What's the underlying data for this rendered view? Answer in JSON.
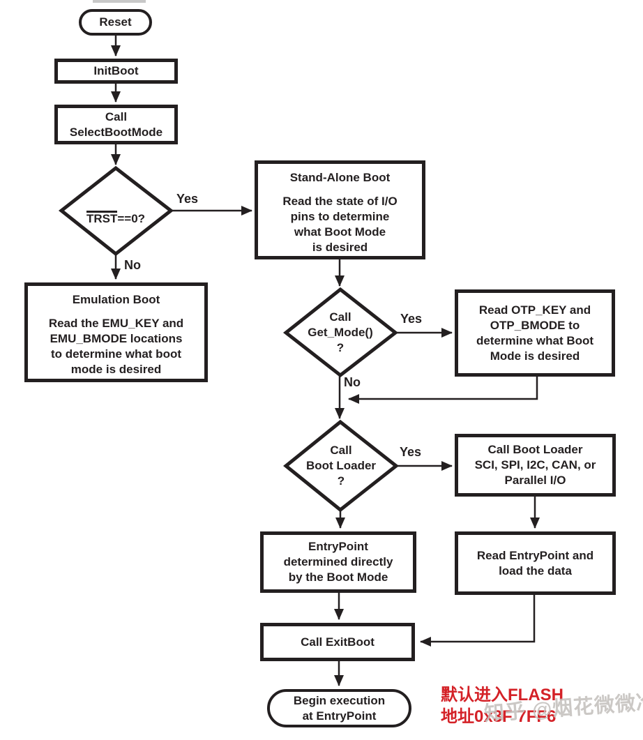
{
  "colors": {
    "ink": "#231f20",
    "annotation_red": "#d42127",
    "watermark_gray": "#c4c0bd",
    "background": "#ffffff"
  },
  "flowchart": {
    "nodes": {
      "reset": {
        "label": "Reset"
      },
      "init_boot": {
        "label": "InitBoot"
      },
      "select_boot_mode": {
        "label": "Call\nSelectBootMode"
      },
      "trst_decision": {
        "signal": "TRST",
        "condition": "==0?"
      },
      "stand_alone_boot": {
        "title": "Stand-Alone Boot",
        "body": "Read the state of I/O\npins to determine\nwhat Boot Mode\nis desired"
      },
      "emulation_boot": {
        "title": "Emulation Boot",
        "body": "Read the EMU_KEY and\nEMU_BMODE locations\nto determine what boot\nmode is desired"
      },
      "get_mode_decision": {
        "label": "Call\nGet_Mode()\n?"
      },
      "read_otp": {
        "label": "Read OTP_KEY and\nOTP_BMODE to\ndetermine what Boot\nMode is desired"
      },
      "boot_loader_decision": {
        "label": "Call\nBoot Loader\n?"
      },
      "call_boot_loader": {
        "label": "Call Boot Loader\nSCI, SPI, I2C, CAN, or\nParallel I/O"
      },
      "entry_point_direct": {
        "label": "EntryPoint\ndetermined directly\nby the Boot Mode"
      },
      "read_entry_point": {
        "label": "Read EntryPoint and\nload the data"
      },
      "call_exit_boot": {
        "label": "Call ExitBoot"
      },
      "begin_execution": {
        "label": "Begin execution\nat EntryPoint"
      }
    },
    "edge_labels": {
      "trst_yes": "Yes",
      "trst_no": "No",
      "get_mode_yes": "Yes",
      "get_mode_no": "No",
      "boot_loader_yes": "Yes"
    }
  },
  "annotation": {
    "line1": "默认进入FLASH",
    "line2": "地址0x3F 7FF6"
  },
  "watermark": {
    "text": "知乎 @烟花微微冷"
  }
}
